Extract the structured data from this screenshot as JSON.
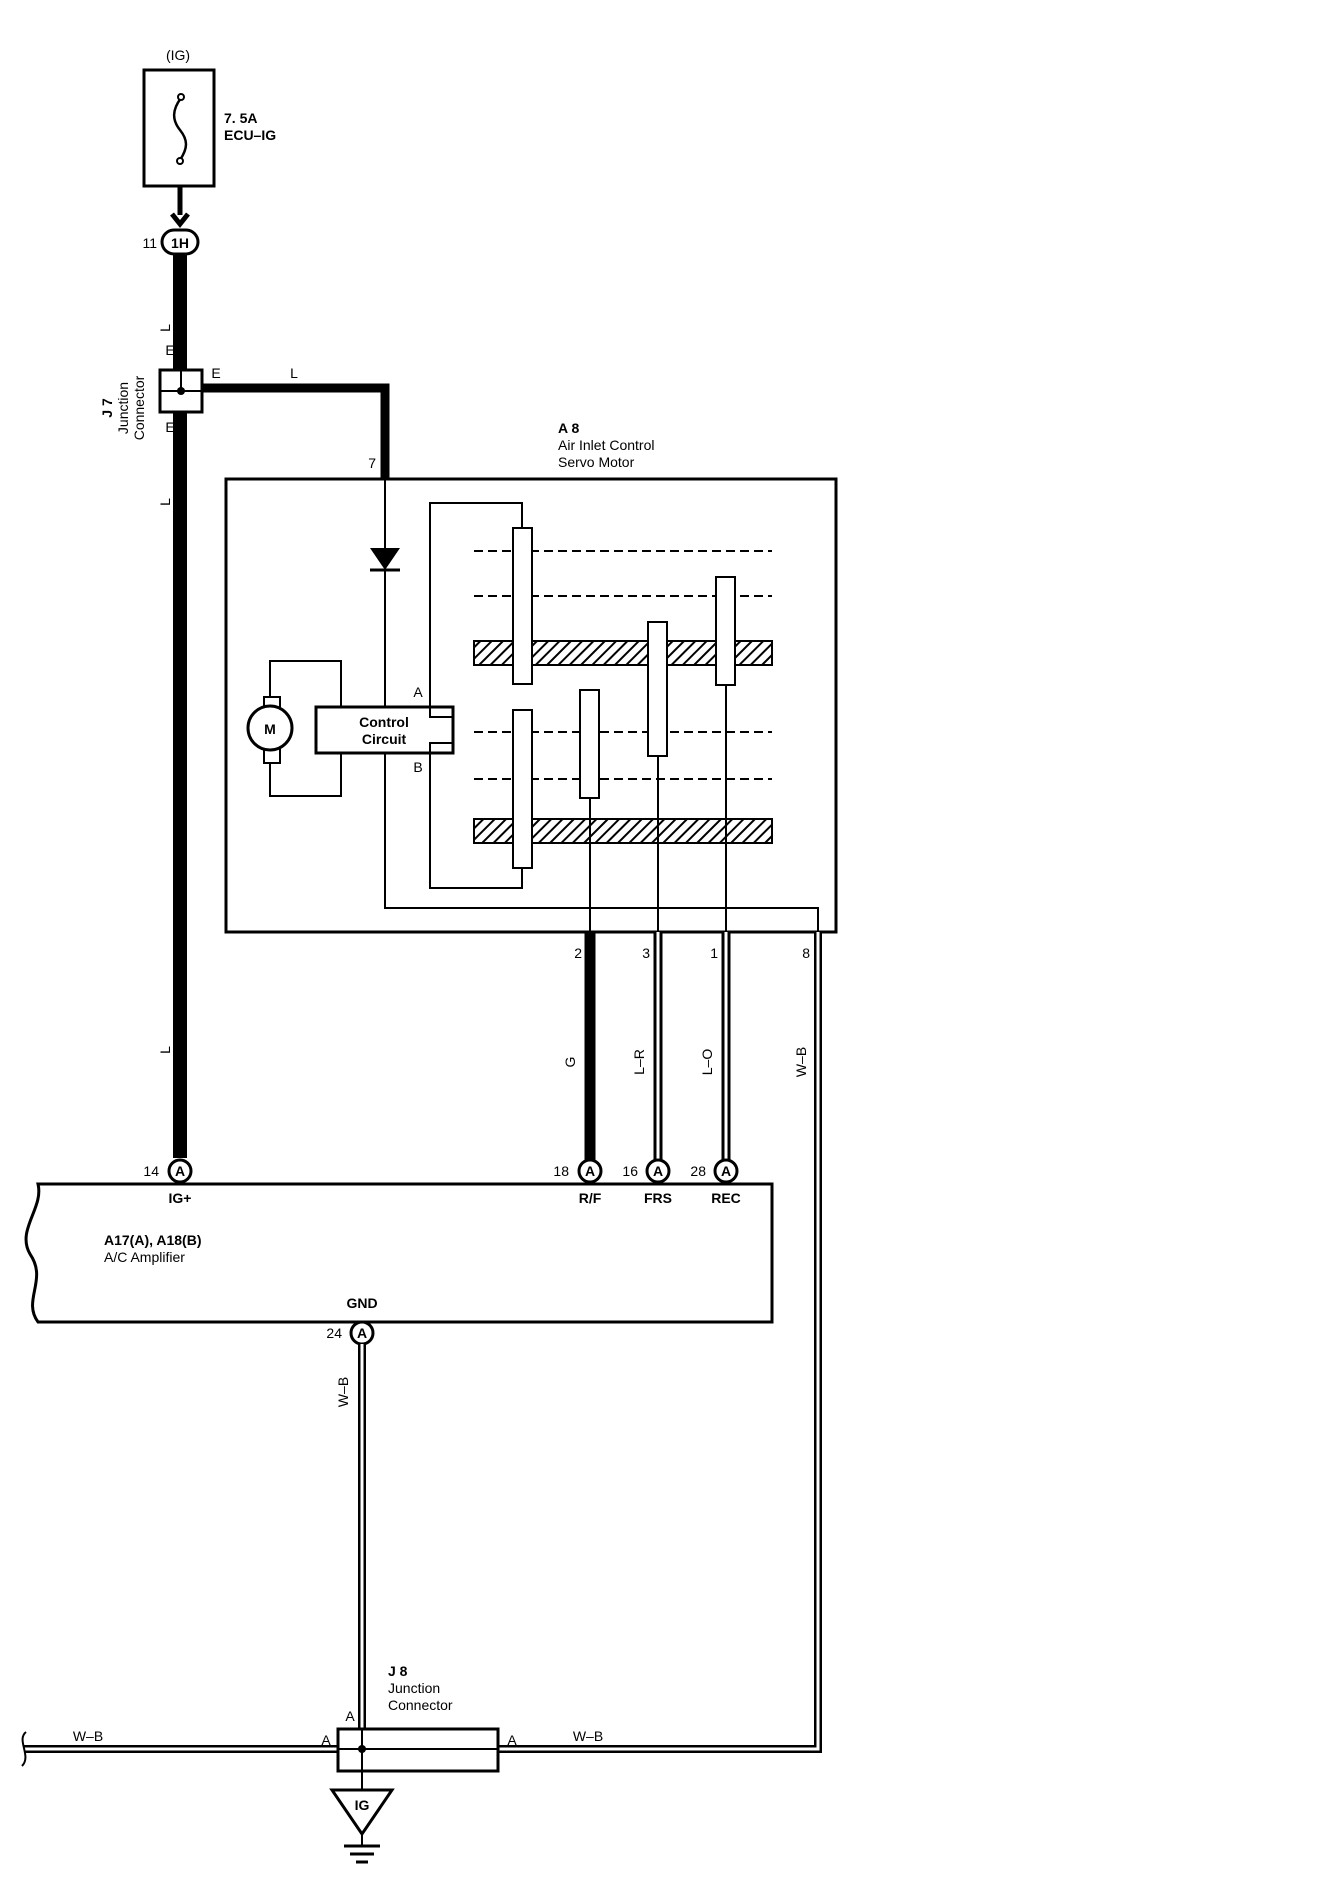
{
  "fuse": {
    "supply": "(IG)",
    "rating": "7. 5A",
    "name": "ECU–IG"
  },
  "connector_1h": {
    "pin": "11",
    "id": "1H"
  },
  "junction_j7": {
    "id": "J 7",
    "name_line1": "Junction",
    "name_line2": "Connector",
    "pin_top": "E",
    "pin_right": "E",
    "pin_bottom": "E"
  },
  "wire_colors": {
    "ig_upper": "L",
    "ig_mid": "L",
    "ig_lower": "L",
    "branch": "L",
    "rf": "G",
    "frs": "L–R",
    "rec": "L–O",
    "gnd_servo": "W–B",
    "gnd_amp": "W–B",
    "gnd_left": "W–B",
    "gnd_right": "W–B"
  },
  "servo": {
    "id": "A 8",
    "name_line1": "Air Inlet Control",
    "name_line2": "Servo Motor",
    "pin_power": "7",
    "motor_label": "M",
    "circuit_line1": "Control",
    "circuit_line2": "Circuit",
    "terminal_a": "A",
    "terminal_b": "B",
    "pins_bottom": [
      "2",
      "3",
      "1",
      "8"
    ]
  },
  "amplifier": {
    "id": "A17(A), A18(B)",
    "name": "A/C Amplifier",
    "connector_letter": "A",
    "terminals": [
      {
        "pin": "14",
        "name": "IG+"
      },
      {
        "pin": "18",
        "name": "R/F"
      },
      {
        "pin": "16",
        "name": "FRS"
      },
      {
        "pin": "28",
        "name": "REC"
      }
    ],
    "ground_pin": "24",
    "ground_name": "GND"
  },
  "junction_j8": {
    "id": "J 8",
    "name_line1": "Junction",
    "name_line2": "Connector",
    "pin_top": "A",
    "pin_left": "A",
    "pin_right": "A"
  },
  "ground": {
    "label": "IG"
  }
}
